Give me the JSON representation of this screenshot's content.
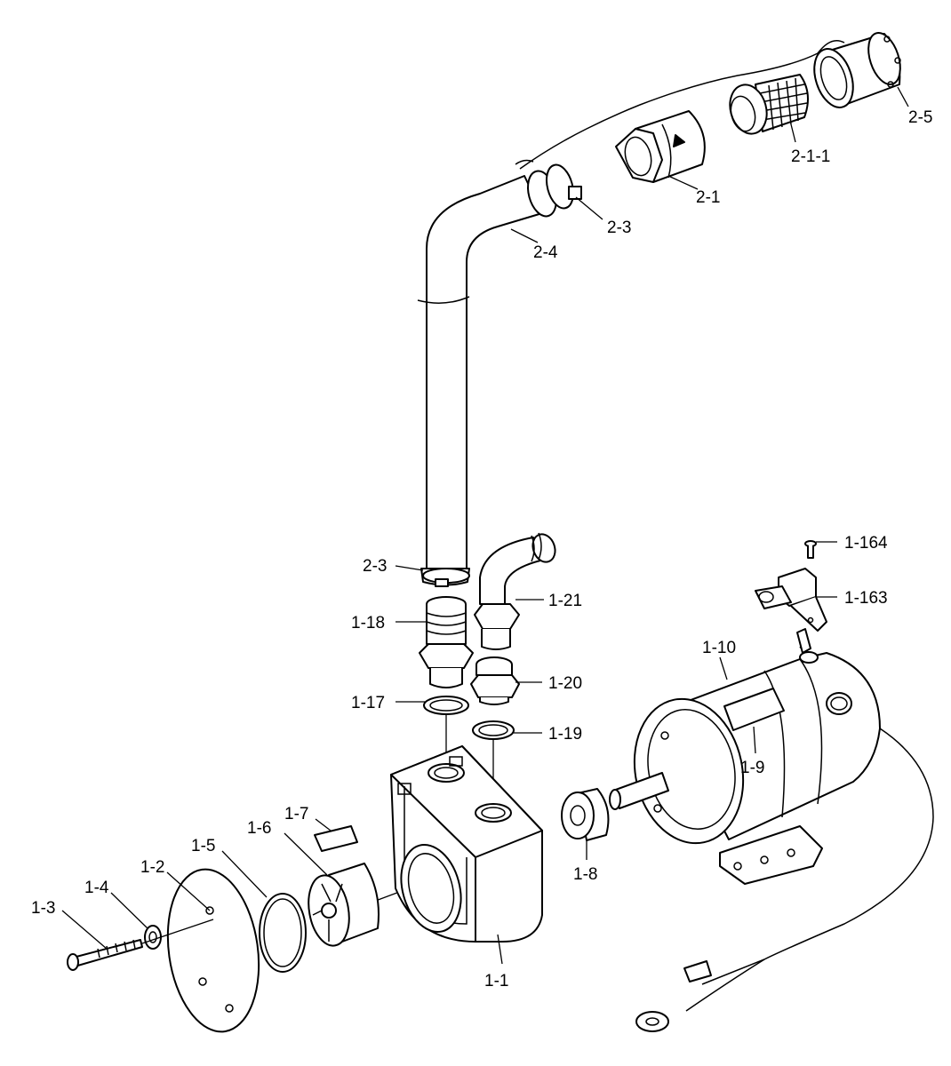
{
  "colors": {
    "line": "#000000",
    "background": "#ffffff"
  },
  "labels": {
    "p2_5": "2-5",
    "p2_1_1": "2-1-1",
    "p2_1": "2-1",
    "p2_3_top": "2-3",
    "p2_4": "2-4",
    "p2_3_bottom": "2-3",
    "p1_18": "1-18",
    "p1_21": "1-21",
    "p1_20": "1-20",
    "p1_17": "1-17",
    "p1_19": "1-19",
    "p1_164": "1-164",
    "p1_163": "1-163",
    "p1_10": "1-10",
    "p1_9": "1-9",
    "p1_8": "1-8",
    "p1_7": "1-7",
    "p1_6": "1-6",
    "p1_5": "1-5",
    "p1_2": "1-2",
    "p1_4": "1-4",
    "p1_3": "1-3",
    "p1_1": "1-1"
  }
}
